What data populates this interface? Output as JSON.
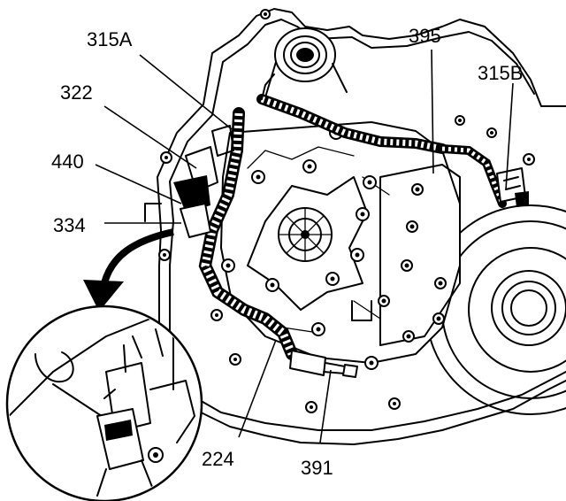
{
  "diagram": {
    "callouts": [
      {
        "id": "315A",
        "label": "315A"
      },
      {
        "id": "322",
        "label": "322"
      },
      {
        "id": "440",
        "label": "440"
      },
      {
        "id": "334",
        "label": "334"
      },
      {
        "id": "395",
        "label": "395"
      },
      {
        "id": "315B",
        "label": "315B"
      },
      {
        "id": "224",
        "label": "224"
      },
      {
        "id": "391",
        "label": "391"
      }
    ]
  }
}
